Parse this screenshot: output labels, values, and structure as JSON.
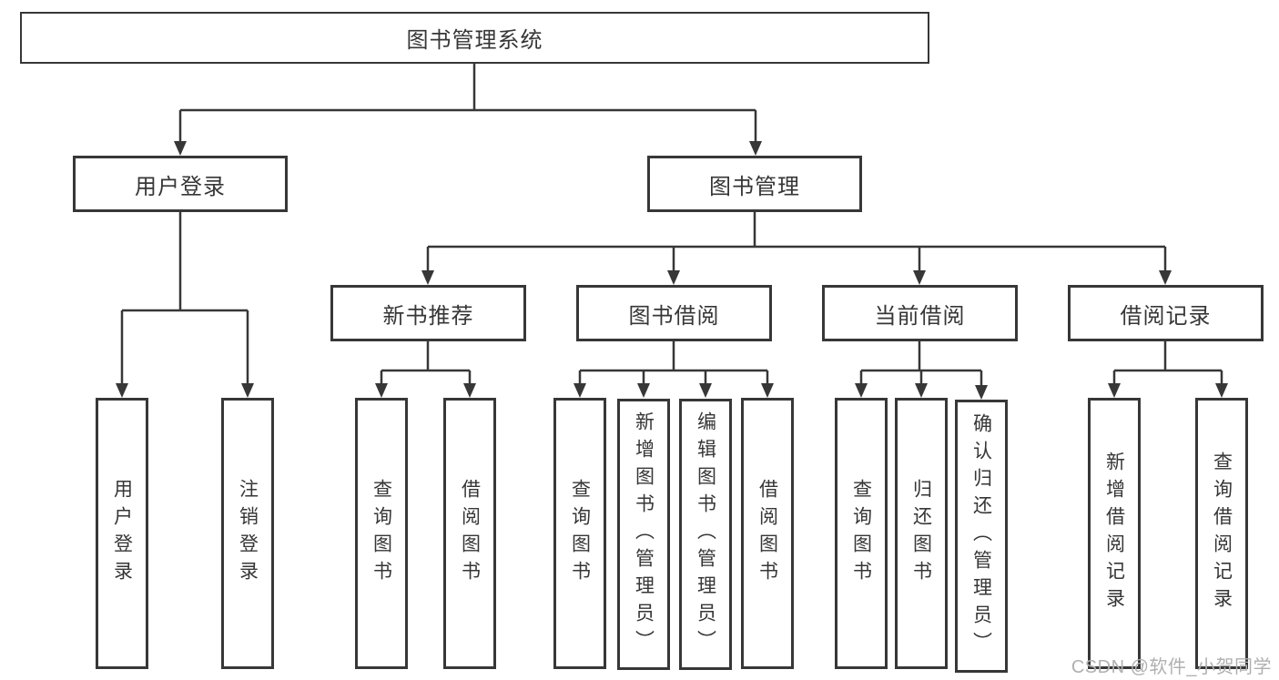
{
  "diagram": {
    "title": "图书管理系统",
    "nodes": {
      "root": {
        "label": "图书管理系统"
      },
      "level2": [
        {
          "label": "用户登录"
        },
        {
          "label": "图书管理"
        }
      ],
      "level3": [
        {
          "label": "新书推荐",
          "parent": "图书管理"
        },
        {
          "label": "图书借阅",
          "parent": "图书管理"
        },
        {
          "label": "当前借阅",
          "parent": "图书管理"
        },
        {
          "label": "借阅记录",
          "parent": "图书管理"
        }
      ],
      "leaves": [
        {
          "label": "用户登录",
          "parent": "用户登录"
        },
        {
          "label": "注销登录",
          "parent": "用户登录"
        },
        {
          "label": "查询图书",
          "parent": "新书推荐"
        },
        {
          "label": "借阅图书",
          "parent": "新书推荐"
        },
        {
          "label": "查询图书",
          "parent": "图书借阅"
        },
        {
          "label": "新增图书（管理员）",
          "parent": "图书借阅"
        },
        {
          "label": "编辑图书（管理员）",
          "parent": "图书借阅"
        },
        {
          "label": "借阅图书",
          "parent": "图书借阅"
        },
        {
          "label": "查询图书",
          "parent": "当前借阅"
        },
        {
          "label": "归还图书",
          "parent": "当前借阅"
        },
        {
          "label": "确认归还（管理员）",
          "parent": "当前借阅"
        },
        {
          "label": "新增借阅记录",
          "parent": "借阅记录"
        },
        {
          "label": "查询借阅记录",
          "parent": "借阅记录"
        }
      ]
    },
    "colors": {
      "line": "#373737",
      "box_border": "#373737",
      "text": "#363636",
      "background": "#ffffff",
      "watermark": "#b0b0b0"
    }
  },
  "watermark": {
    "text": "CSDN @软件_小贺同学"
  }
}
